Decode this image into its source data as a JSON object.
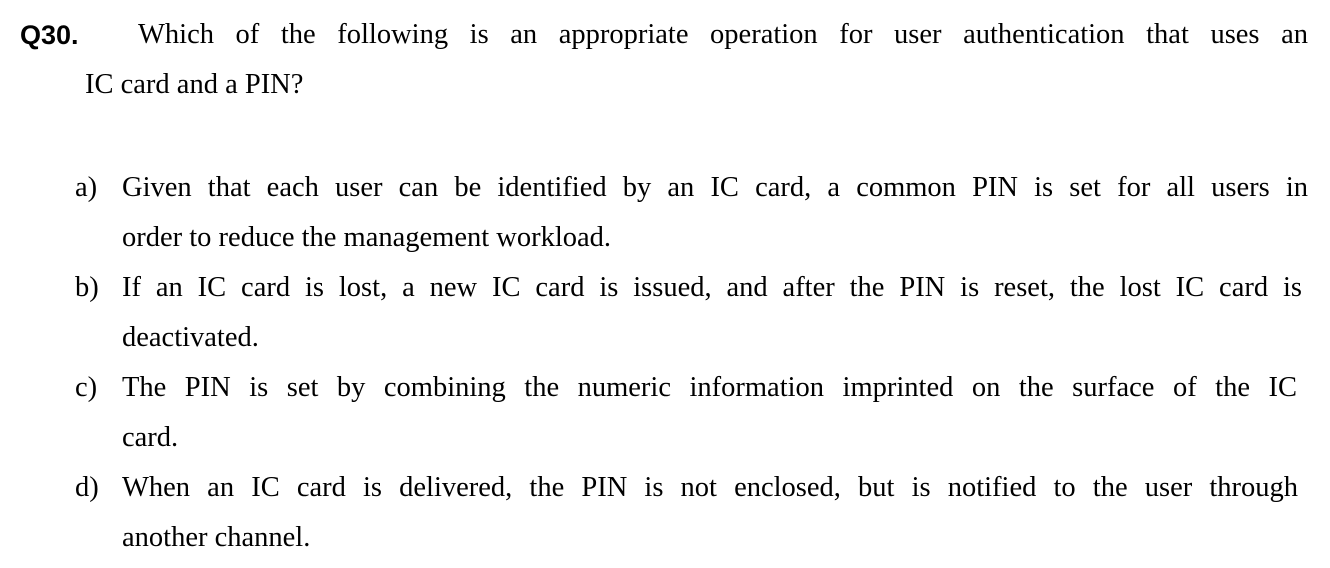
{
  "question": {
    "number": "Q30.",
    "lines": [
      "Which of the following is an appropriate operation for user authentication that uses an",
      "IC card and a PIN?"
    ]
  },
  "options": [
    {
      "label": "a)",
      "lines": [
        "Given that each user can be identified by an IC card, a common PIN is set for all users in",
        "order to reduce the management workload."
      ]
    },
    {
      "label": "b)",
      "lines": [
        "If an IC card is lost, a new IC card is issued, and after the PIN is reset, the lost IC card is",
        "deactivated."
      ]
    },
    {
      "label": "c)",
      "lines": [
        "The PIN is set by combining the numeric information imprinted on the surface of the IC",
        "card."
      ]
    },
    {
      "label": "d)",
      "lines": [
        "When an IC card is delivered, the PIN is not enclosed, but is notified to the user through",
        "another channel."
      ]
    }
  ]
}
